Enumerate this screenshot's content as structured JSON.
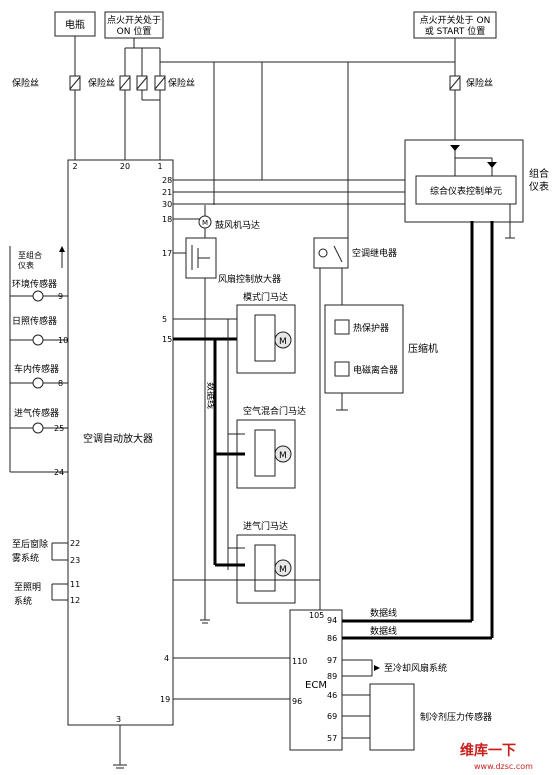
{
  "header": {
    "battery": "电瓶",
    "ign_on_1": "点火开关处于",
    "ign_on_2": "ON 位置",
    "ign_start_1": "点火开关处于 ON",
    "ign_start_2": "或 START 位置"
  },
  "fuses": {
    "left": "保险丝",
    "mid": "保险丝",
    "right": "保险丝",
    "far": "保险丝"
  },
  "amp": {
    "title": "空调自动放大器",
    "pins": {
      "p2": "2",
      "p20": "20",
      "p1": "1",
      "p28": "28",
      "p21": "21",
      "p30": "30",
      "p18": "18",
      "p17": "17",
      "p5": "5",
      "p15": "15",
      "p9": "9",
      "p10": "10",
      "p8": "8",
      "p25": "25",
      "p24": "24",
      "p22": "22",
      "p23": "23",
      "p11": "11",
      "p12": "12",
      "p4": "4",
      "p19": "19",
      "p3": "3"
    }
  },
  "left_side": {
    "to_combo_1": "至组合",
    "to_combo_2": "仪表",
    "ambient": "环境传感器",
    "solar": "日照传感器",
    "incar": "车内传感器",
    "intake": "进气传感器",
    "rear_defog_1": "至后窗除",
    "rear_defog_2": "雾系统",
    "lighting_1": "至照明",
    "lighting_2": "系统"
  },
  "actuators": {
    "blower": "鼓风机马达",
    "fan_amp": "风扇控制放大器",
    "mode_door": "模式门马达",
    "mix_door": "空气混合门马达",
    "intake_door": "进气门马达",
    "data_line": "数据线"
  },
  "compressor": {
    "relay": "空调继电器",
    "thermal": "热保护器",
    "clutch": "电磁离合器",
    "title": "压缩机"
  },
  "combo": {
    "unit": "综合仪表控制单元",
    "label_1": "组合",
    "label_2": "仪表"
  },
  "ecm": {
    "title": "ECM",
    "p105": "105",
    "p94": "94",
    "p86": "86",
    "p110": "110",
    "p96": "96",
    "p97": "97",
    "p89": "89",
    "p46": "46",
    "p69": "69",
    "p57": "57",
    "data_line_1": "数据线",
    "data_line_2": "数据线",
    "cooling_fan": "至冷却风扇系统",
    "pressure_sensor": "制冷剂压力传感器"
  },
  "watermark": {
    "brand": "维库一下",
    "url": "www.dzsc.com"
  }
}
